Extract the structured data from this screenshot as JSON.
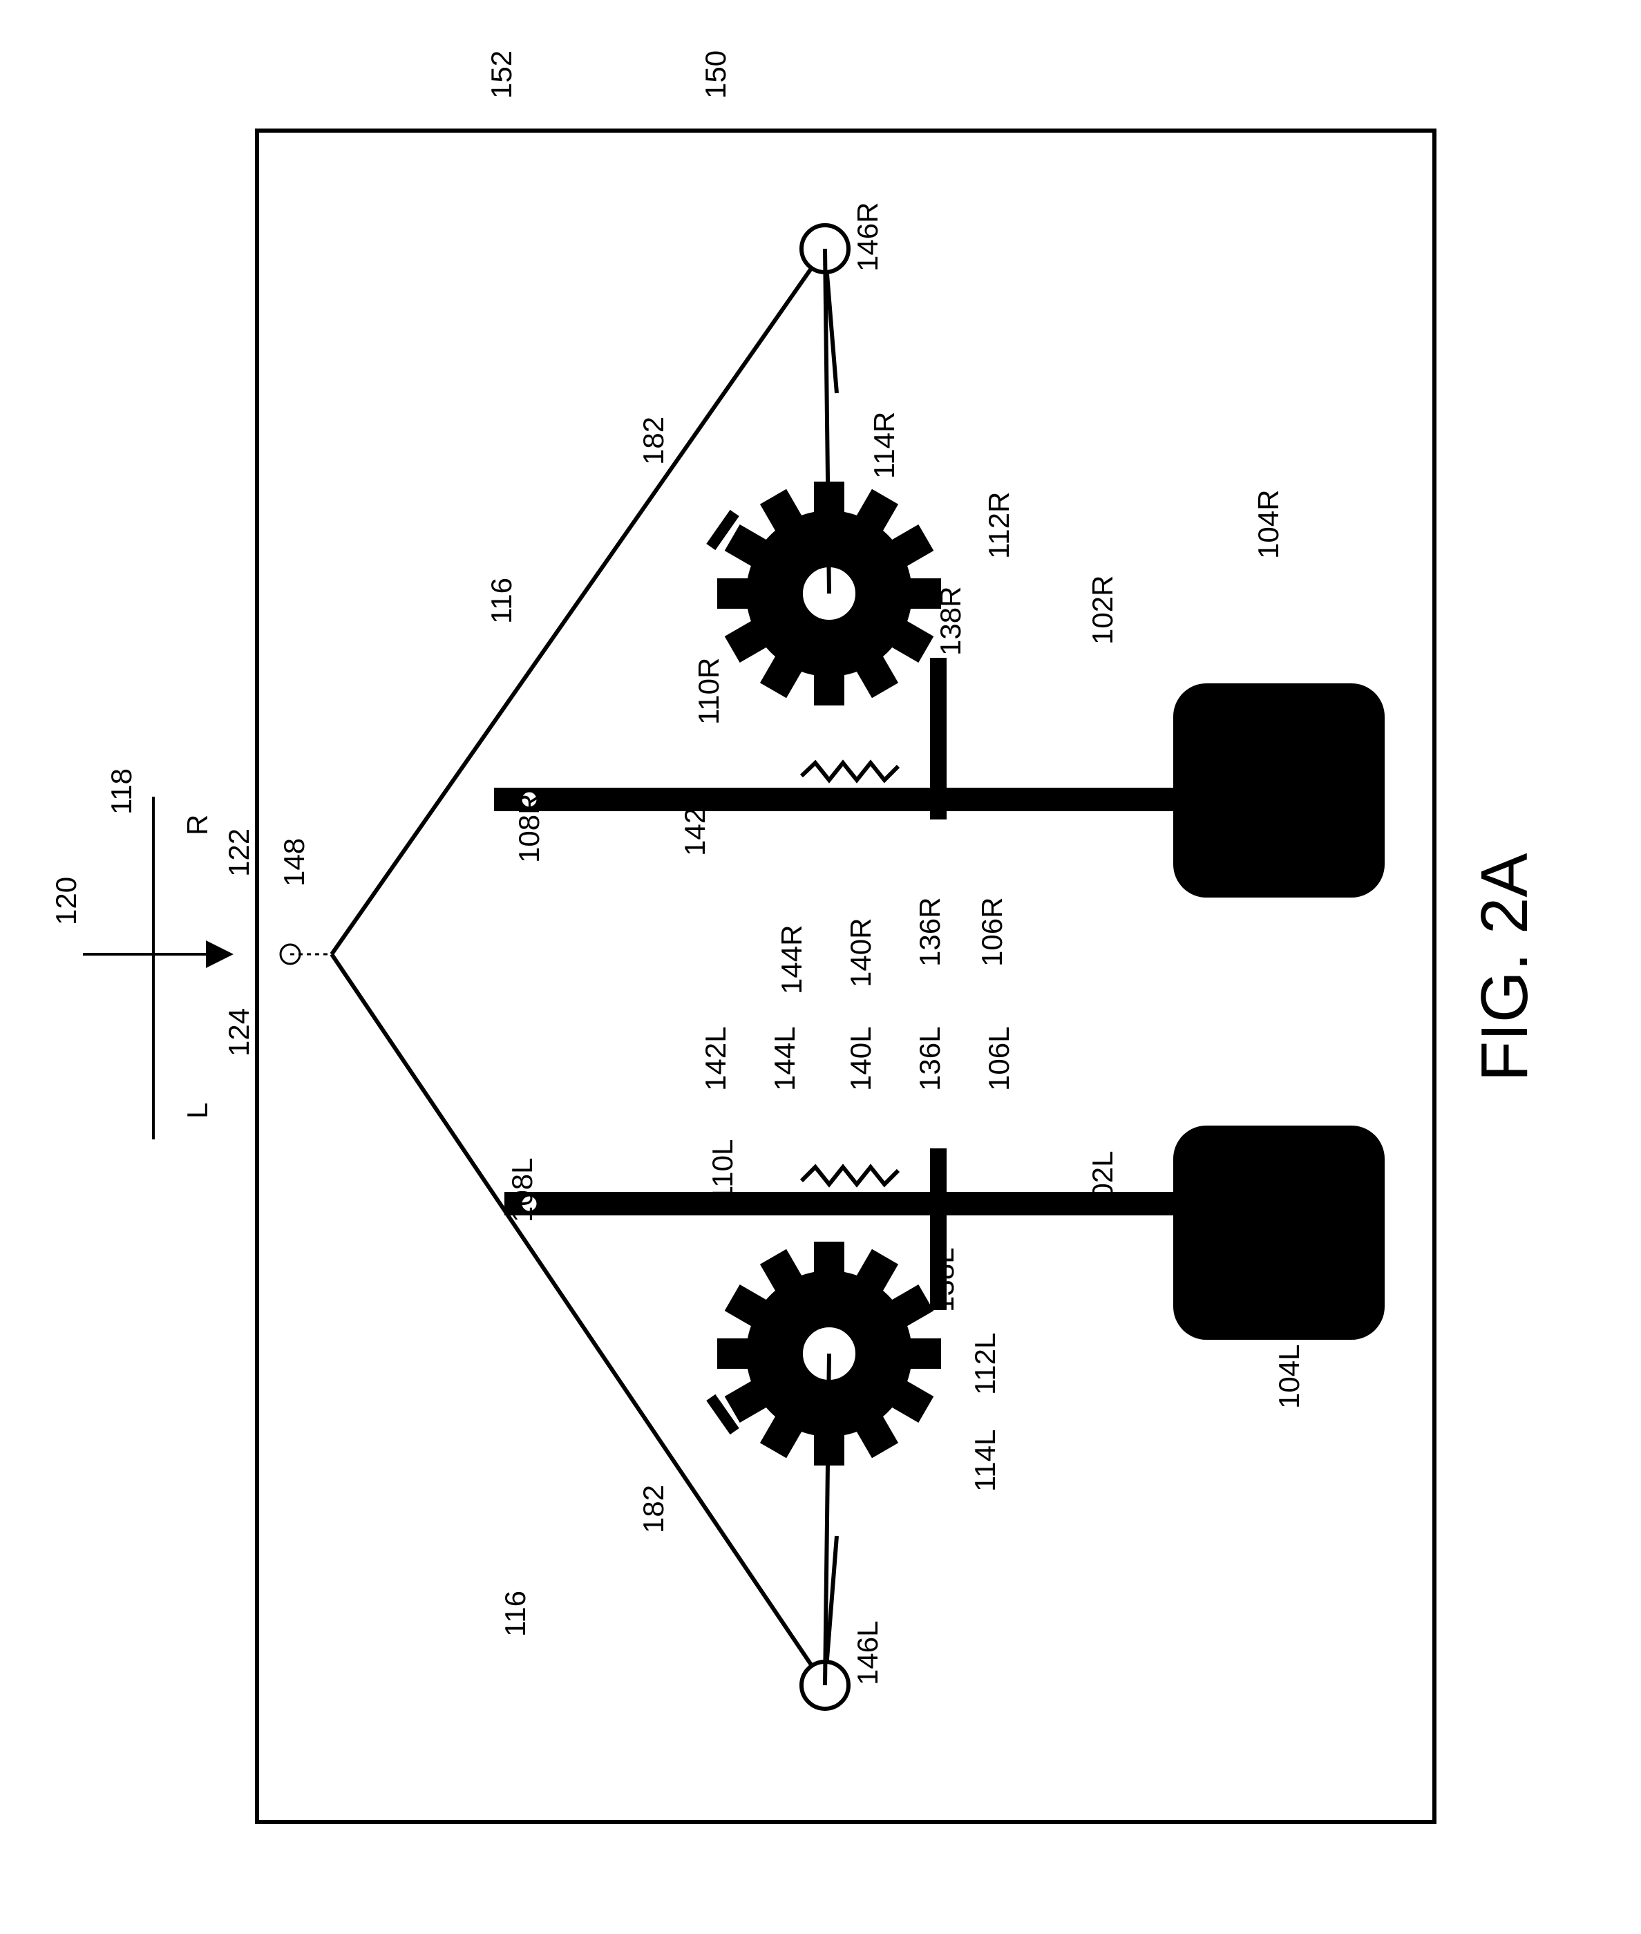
{
  "figure": {
    "caption": "FIG. 2A"
  },
  "labels": {
    "l150": "150",
    "l152": "152",
    "l146R": "146R",
    "l146L": "146L",
    "l182a": "182",
    "l182b": "182",
    "l116a": "116",
    "l116b": "116",
    "l114R": "114R",
    "l112R": "112R",
    "l104R": "104R",
    "l102R": "102R",
    "l138R": "138R",
    "l110R": "110R",
    "l108R": "108R",
    "l142R": "142R",
    "l136R": "136R",
    "l106R": "106R",
    "l144R": "144R",
    "l140R": "140R",
    "l148": "148",
    "l120": "120",
    "l118": "118",
    "lR": "R",
    "l122": "122",
    "lL": "L",
    "l124": "124",
    "l108L": "108L",
    "l142L": "142L",
    "l144L": "144L",
    "l140L": "140L",
    "l136L": "136L",
    "l106L": "106L",
    "l110L": "110L",
    "l138L": "138L",
    "l102L": "102L",
    "l104L": "104L",
    "l112L": "112L",
    "l114L": "114L"
  }
}
